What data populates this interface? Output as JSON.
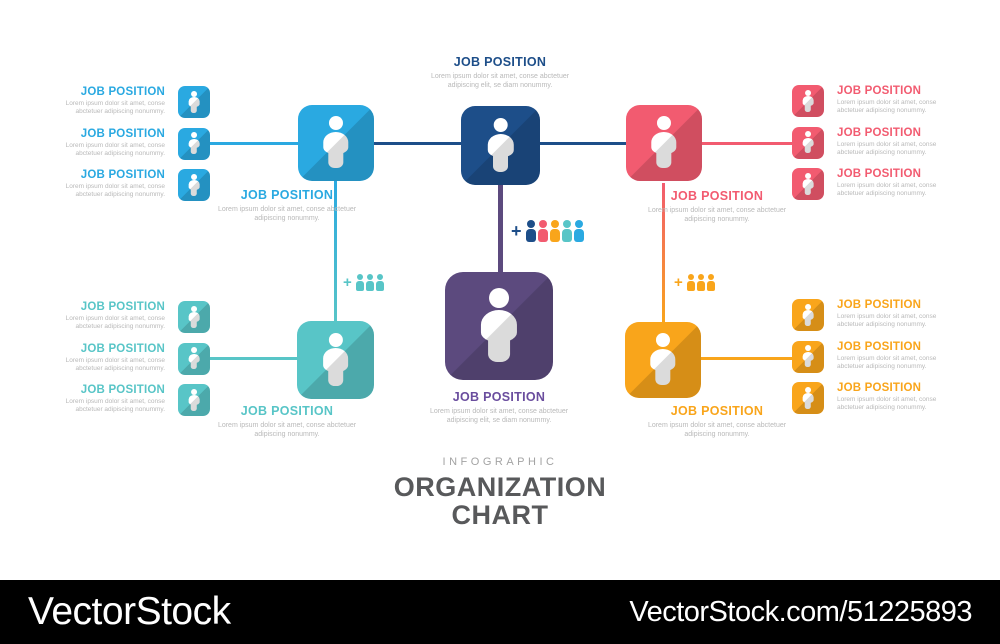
{
  "labels": {
    "job_position": "JOB POSITION",
    "desc_short": "Lorem ipsum dolor sit amet, conse abctetuer adipiscing nonummy.",
    "desc_long": "Lorem ipsum dolor sit amet, conse abctetuer adipiscing elit, se diam nonummy.",
    "plus": "+"
  },
  "footer": {
    "kicker": "INFOGRAPHIC",
    "title_line1": "ORGANIZATION",
    "title_line2": "CHART"
  },
  "watermark": {
    "brand": "VectorStock",
    "url": "VectorStock.com/51225893"
  },
  "palette": {
    "navy": "#1D4E89",
    "blue": "#2AA9E1",
    "teal": "#58C5C7",
    "pink": "#F25B70",
    "yellow": "#F9A51B",
    "purple": "#5C4A7E",
    "purple-text": "#6A4D9E",
    "desc-gray": "#B9B9B9",
    "title-dark": "#58595B",
    "kicker-gray": "#A3A3A3"
  },
  "org": {
    "levels": 3,
    "root": {
      "color": "navy",
      "position": "top-center"
    },
    "branches": [
      {
        "color": "blue",
        "side": "top-left",
        "leaf_count": 3
      },
      {
        "color": "pink",
        "side": "top-right",
        "leaf_count": 3
      },
      {
        "color": "teal",
        "side": "bottom-left",
        "leaf_count": 3
      },
      {
        "color": "yellow",
        "side": "bottom-right",
        "leaf_count": 3
      },
      {
        "color": "purple",
        "side": "center-bottom",
        "leaf_count": 0
      }
    ]
  },
  "plus_clusters": [
    {
      "position": "left",
      "count": 3,
      "colors": [
        "teal",
        "teal",
        "teal"
      ]
    },
    {
      "position": "center",
      "count": 5,
      "colors": [
        "navy",
        "pink",
        "yellow",
        "teal",
        "blue"
      ]
    },
    {
      "position": "right",
      "count": 3,
      "colors": [
        "yellow",
        "yellow",
        "yellow"
      ]
    }
  ]
}
